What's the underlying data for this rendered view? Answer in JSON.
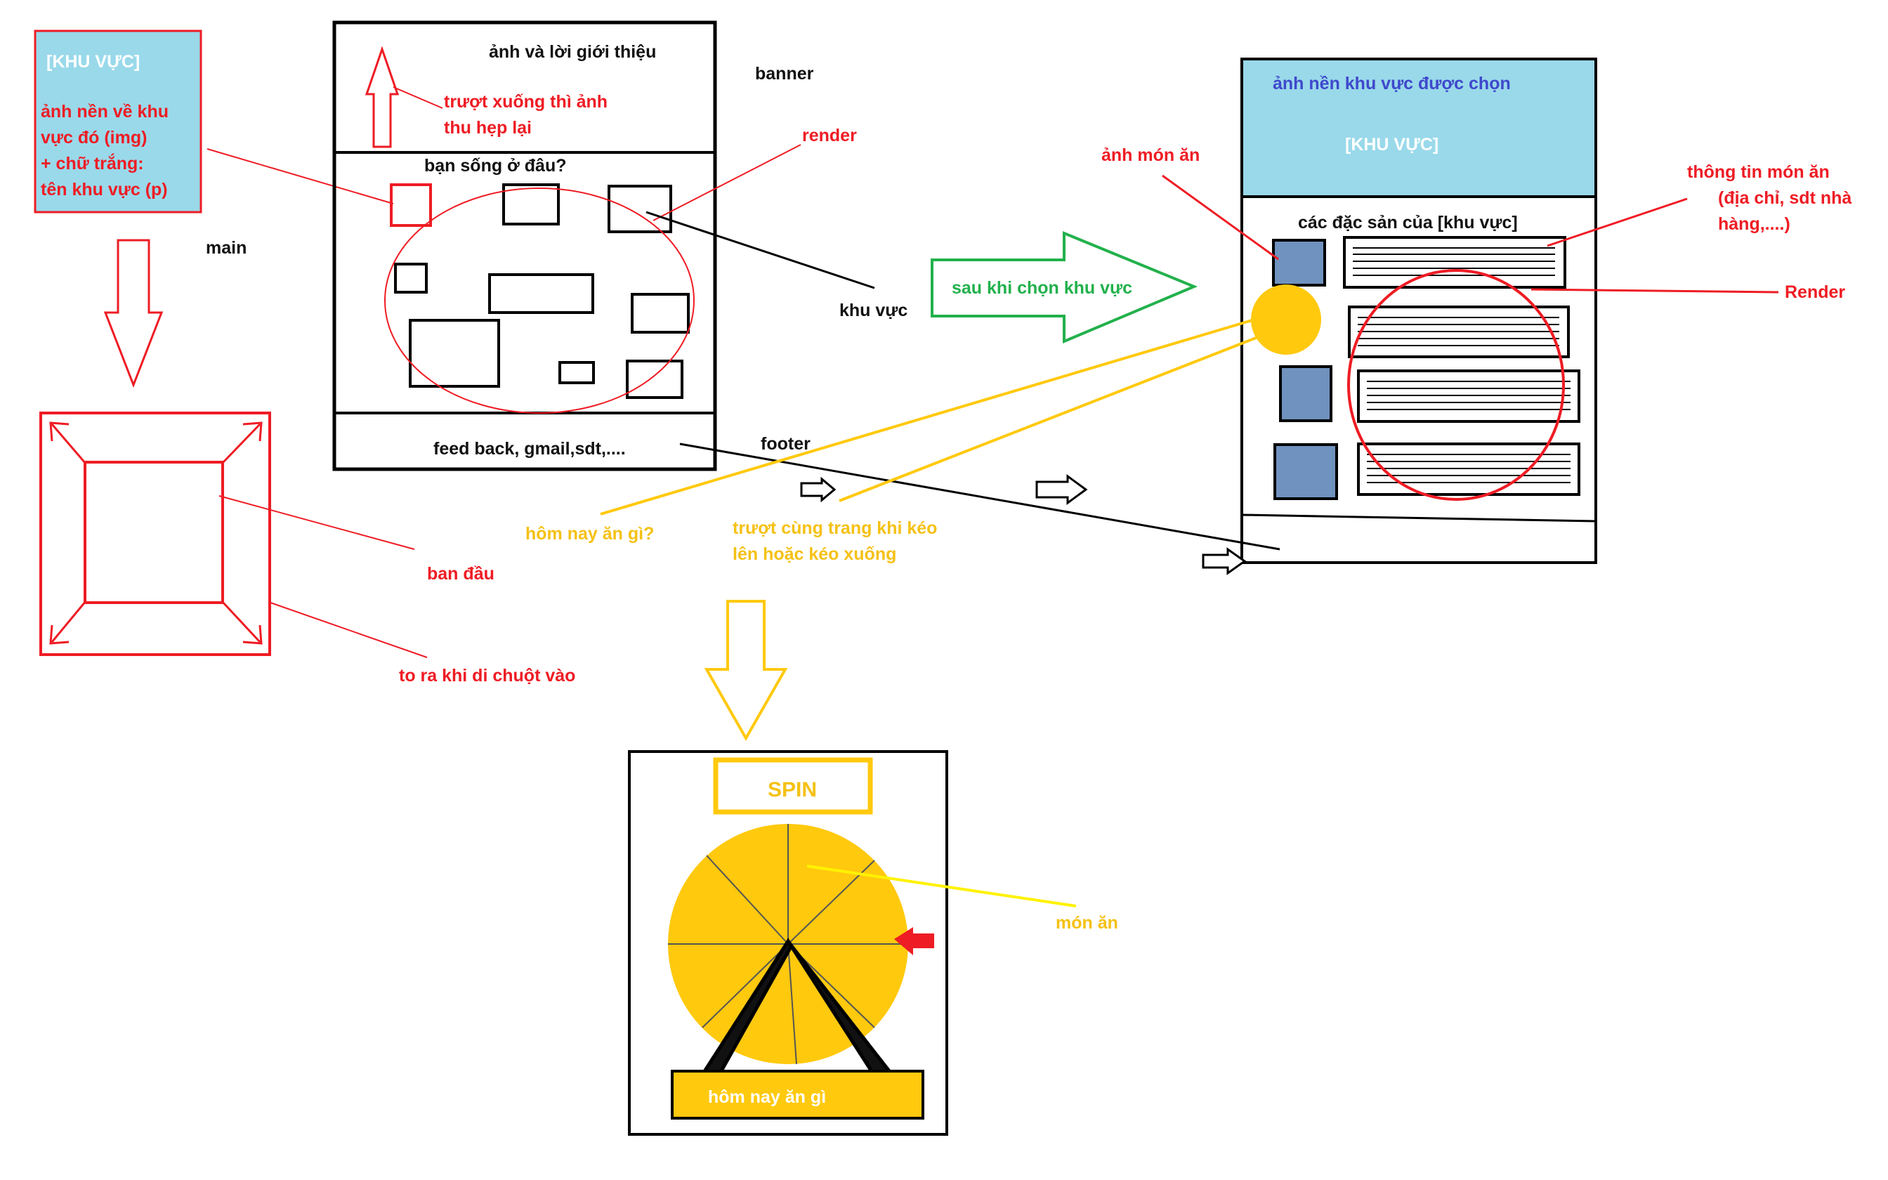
{
  "colors": {
    "red": "#ee1c24",
    "yellow": "#ffc90e",
    "yellow_text": "#f5c115",
    "green": "#22b14c",
    "light_blue": "#99d9ea",
    "steel_blue": "#7092be",
    "blue_text": "#3f48cc",
    "black": "#000000"
  },
  "left_note": {
    "title": "[KHU VỰC]",
    "line1": "ảnh nền về khu",
    "line2": "vực đó (img)",
    "line3": "+ chữ trắng:",
    "line4": "tên khu vực (p)"
  },
  "main_label": "main",
  "hover_demo": {
    "initial_label": "ban đầu",
    "grow_label": "to ra khi di chuột vào"
  },
  "home_page": {
    "banner_text": "ảnh và lời giới thiệu",
    "scroll_note_line1": "trượt xuống thì  ảnh",
    "scroll_note_line2": "thu hẹp lại",
    "section_title": "bạn sống ở đâu?",
    "footer_text": "feed back, gmail,sdt,....",
    "banner_label": "banner",
    "render_label": "render",
    "region_label": "khu vực",
    "footer_label": "footer"
  },
  "transition_arrow": {
    "label": "sau khi chọn khu vực"
  },
  "region_page": {
    "banner_line1": "ảnh nền khu vực được chọn",
    "banner_line2": "[KHU VỰC]",
    "section_title": "các đặc sản của [khu vực]",
    "food_image_label": "ảnh món ăn",
    "food_info_line1": "thông tin món ăn",
    "food_info_line2": "(địa chỉ, sdt nhà",
    "food_info_line3": "hàng,....)",
    "render_label": "Render"
  },
  "floating_button": {
    "label": "hôm nay ăn gì?",
    "sticky_note_line1": "trượt cùng trang khi kéo",
    "sticky_note_line2": "lên hoặc kéo xuống"
  },
  "spin_page": {
    "spin_button": "SPIN",
    "dish_label": "món ăn",
    "base_label": "hôm nay ăn gì"
  }
}
